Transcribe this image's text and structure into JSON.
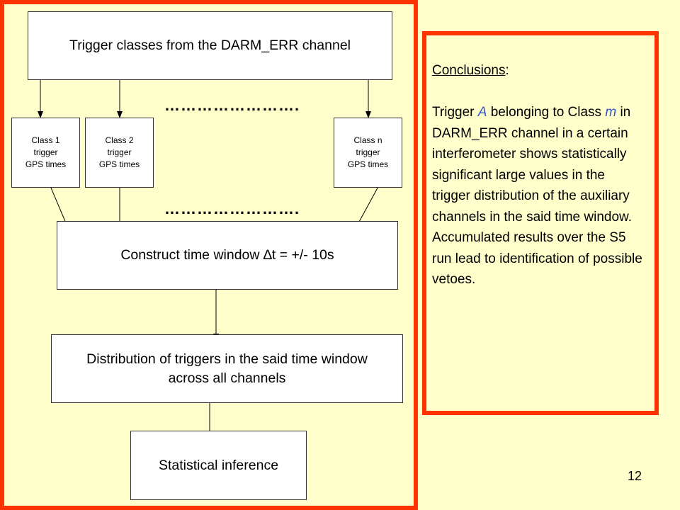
{
  "diagram": {
    "top_box": "Trigger classes from the DARM_ERR channel",
    "dots": "…………………….",
    "class_boxes": [
      {
        "line1": "Class 1",
        "line2": "trigger",
        "line3": "GPS times"
      },
      {
        "line1": "Class 2",
        "line2": "trigger",
        "line3": "GPS times"
      },
      {
        "line1": "Class n",
        "line2": "trigger",
        "line3": "GPS times"
      }
    ],
    "window_box": {
      "prefix": "Construct time window ",
      "delta": "∆",
      "suffix": "t = +/- 10s"
    },
    "distribution_box": {
      "line1": "Distribution of triggers in the said time window",
      "line2": "across all channels"
    },
    "inference_box": "Statistical inference"
  },
  "conclusions": {
    "heading": "Conclusions",
    "heading_colon": ":",
    "p1_a": "Trigger ",
    "p1_trigger": "A",
    "p1_b": " belonging to Class ",
    "p1_class": "m",
    "p1_c": " in DARM_ERR channel in a certain interferometer shows statistically significant large values in the trigger distribution of the auxiliary channels in the said time window.",
    "p2": "Accumulated results over the S5 run lead to identification of possible vetoes."
  },
  "page_number": "12",
  "colors": {
    "background": "#FFFFCC",
    "frame": "#FF3300",
    "emphasis": "#3355CC"
  }
}
